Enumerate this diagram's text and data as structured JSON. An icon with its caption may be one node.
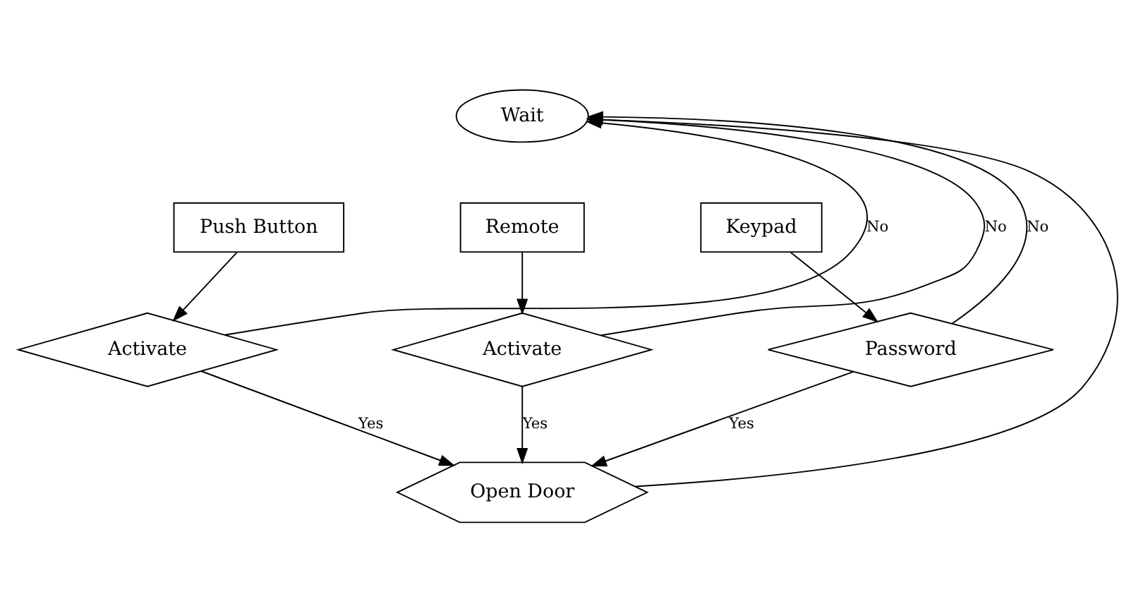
{
  "diagram": {
    "nodes": [
      {
        "text": [
          "Wait"
        ]
      },
      {
        "text": [
          "Push Button"
        ]
      },
      {
        "text": [
          "Remote"
        ]
      },
      {
        "text": [
          "Keypad"
        ]
      },
      {
        "text": [
          "Activate"
        ]
      },
      {
        "text": [
          "Activate"
        ]
      },
      {
        "text": [
          "Password"
        ]
      },
      {
        "text": [
          "Open Door"
        ]
      }
    ],
    "edges": [
      {
        "from": 1,
        "to": 4,
        "arrow": "to"
      },
      {
        "from": 2,
        "to": 5,
        "arrow": "to"
      },
      {
        "from": 3,
        "to": 6,
        "arrow": "to"
      },
      {
        "from": 4,
        "to": 0,
        "arrow": "to",
        "label": "No"
      },
      {
        "from": 5,
        "to": 0,
        "arrow": "to",
        "label": "No"
      },
      {
        "from": 6,
        "to": 0,
        "arrow": "to",
        "label": "No"
      },
      {
        "from": 4,
        "to": 7,
        "arrow": "to",
        "label": "Yes"
      },
      {
        "from": 5,
        "to": 7,
        "arrow": "to",
        "label": "Yes"
      },
      {
        "from": 6,
        "to": 7,
        "arrow": "to",
        "label": "Yes"
      },
      {
        "from": 7,
        "to": 0,
        "arrow": "to"
      }
    ]
  }
}
